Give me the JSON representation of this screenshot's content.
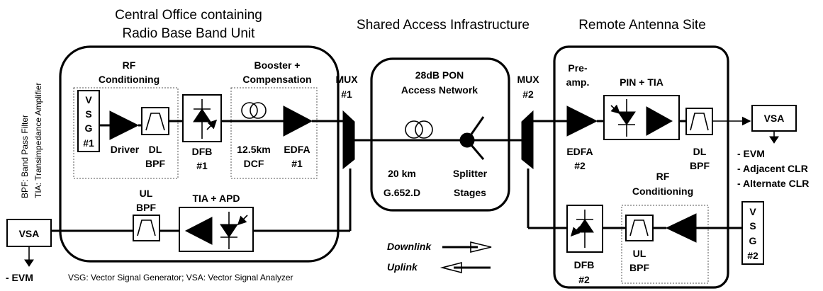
{
  "headers": {
    "central_office": [
      "Central Office containing",
      "Radio Base Band Unit"
    ],
    "shared": "Shared Access Infrastructure",
    "remote": "Remote Antenna Site"
  },
  "side_notes": {
    "bpf": "BPF:  Band Pass Filter",
    "tia": "TIA:  Transimpedance Amplifier"
  },
  "central": {
    "rf_conditioning": [
      "RF",
      "Conditioning"
    ],
    "vsg1": [
      "V",
      "S",
      "G",
      "#1"
    ],
    "driver": "Driver",
    "dl_bpf": [
      "DL",
      "BPF"
    ],
    "dfb1": [
      "DFB",
      "#1"
    ],
    "booster": [
      "Booster +",
      "Compensation"
    ],
    "dcf": [
      "12.5km",
      "DCF"
    ],
    "edfa1": [
      "EDFA",
      "#1"
    ],
    "ul_bpf": [
      "UL",
      "BPF"
    ],
    "tia_apd": "TIA + APD",
    "vsa_left": "VSA",
    "evm_left": "- EVM"
  },
  "legend_note": "VSG: Vector Signal Generator; VSA: Vector Signal Analyzer",
  "mux1": [
    "MUX",
    "#1"
  ],
  "mux2": [
    "MUX",
    "#2"
  ],
  "pon": {
    "title": [
      "28dB PON",
      "Access Network"
    ],
    "fiber": [
      "20 km",
      "G.652.D"
    ],
    "splitter": [
      "Splitter",
      "Stages"
    ]
  },
  "direction_legend": {
    "downlink": "Downlink",
    "uplink": "Uplink"
  },
  "remote": {
    "preamp": [
      "Pre-",
      "amp."
    ],
    "pin_tia": "PIN + TIA",
    "edfa2": [
      "EDFA",
      "#2"
    ],
    "dl_bpf": [
      "DL",
      "BPF"
    ],
    "vsa_right": "VSA",
    "metrics": [
      "- EVM",
      "- Adjacent CLR",
      "- Alternate CLR"
    ],
    "rf_conditioning": [
      "RF",
      "Conditioning"
    ],
    "dfb2": [
      "DFB",
      "#2"
    ],
    "ul_bpf": [
      "UL",
      "BPF"
    ],
    "vsg2": [
      "V",
      "S",
      "G",
      "#2"
    ]
  }
}
